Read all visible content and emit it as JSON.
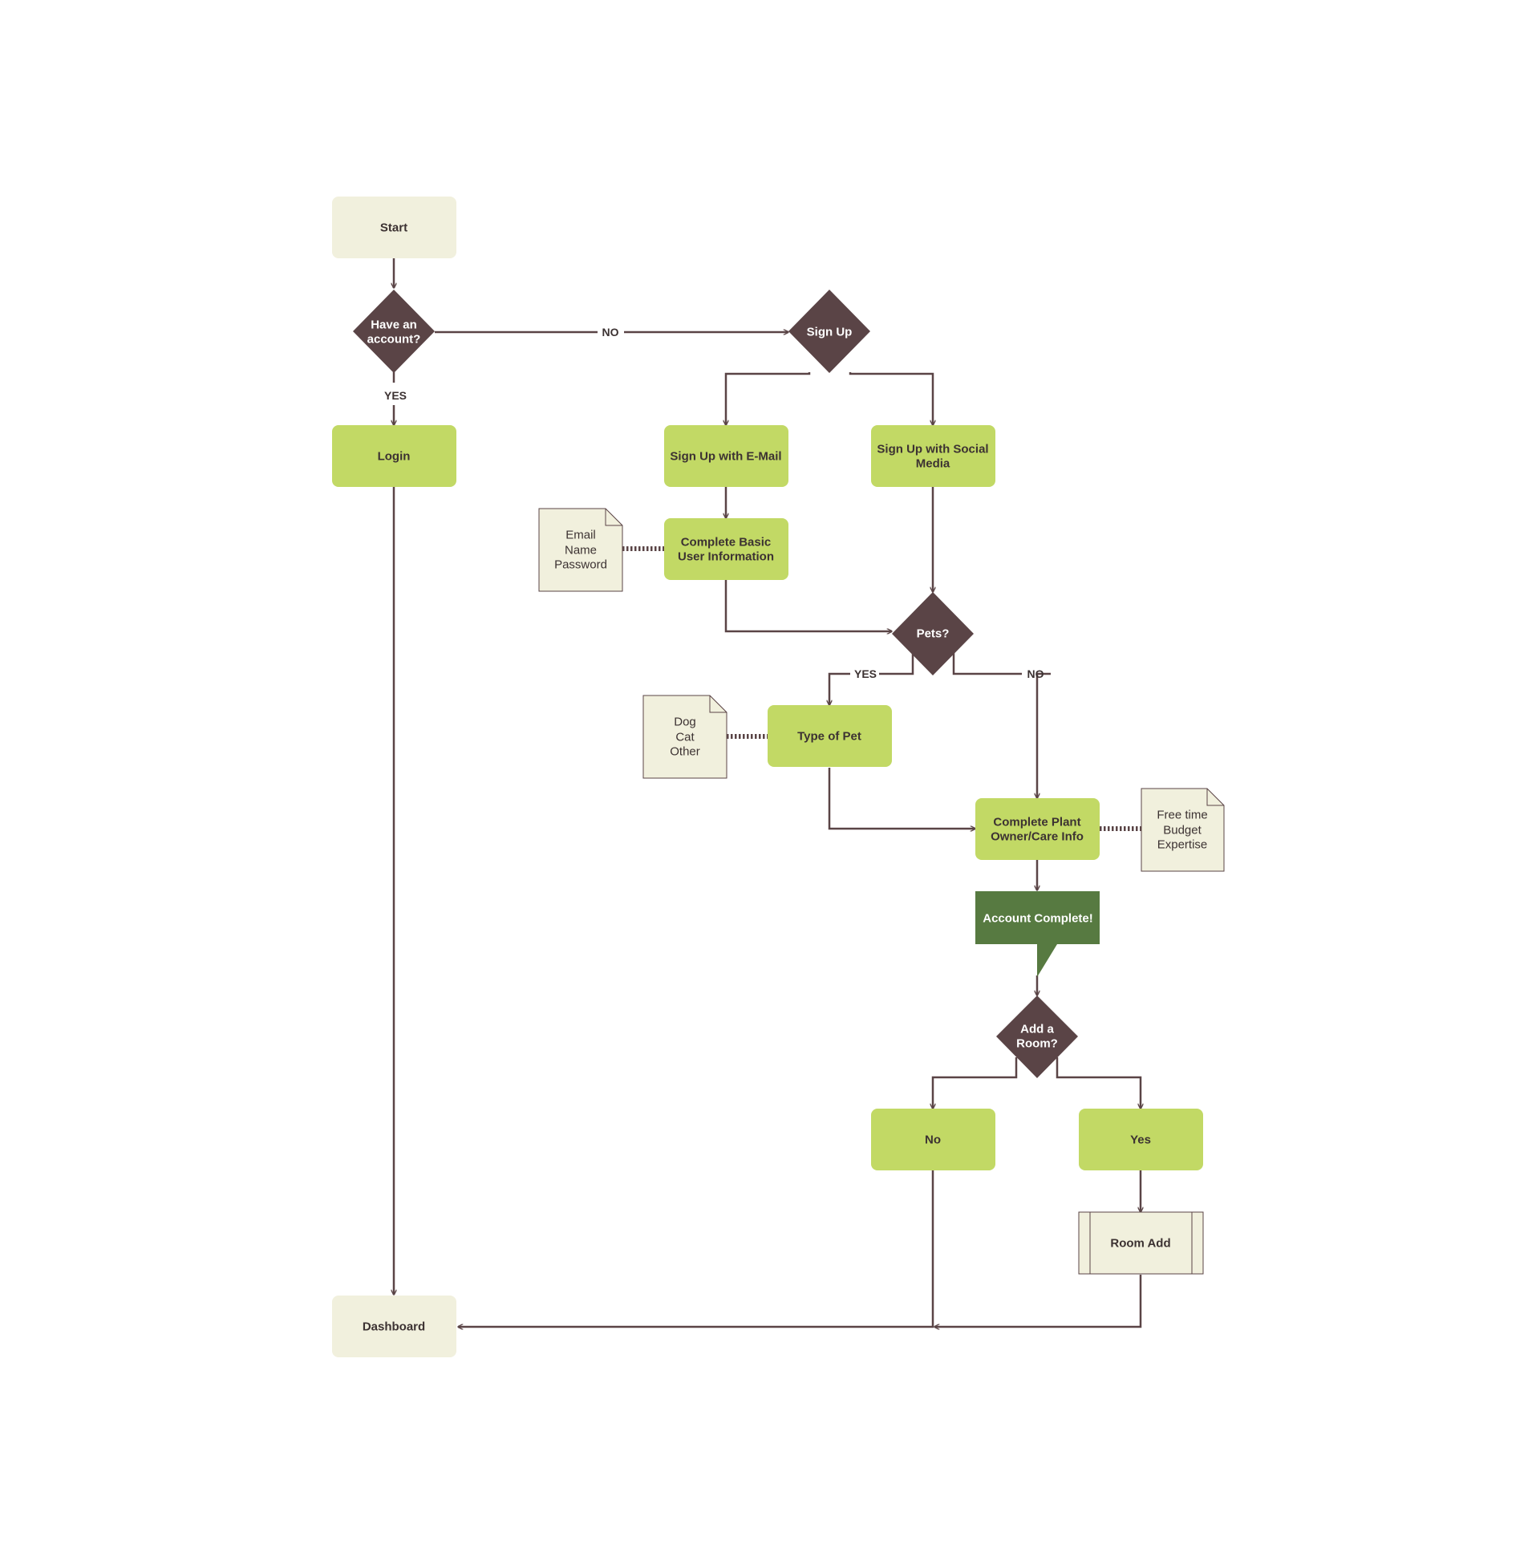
{
  "colors": {
    "terminal_fill": "#f1f0dd",
    "process_fill": "#c2d965",
    "decision_fill": "#5a4446",
    "callout_fill": "#577a41",
    "note_fill": "#f1f0dd",
    "connector": "#5a4446",
    "dark_text": "#3c3232",
    "light_text": "#ffffff"
  },
  "nodes": {
    "start": "Start",
    "have_account": [
      "Have an",
      "account?"
    ],
    "sign_up": "Sign Up",
    "login": "Login",
    "signup_email": "Sign Up with E-Mail",
    "signup_social": [
      "Sign Up with Social",
      "Media"
    ],
    "complete_basic": [
      "Complete Basic",
      "User Information"
    ],
    "pets": "Pets?",
    "type_of_pet": "Type of Pet",
    "complete_plant": [
      "Complete Plant",
      "Owner/Care Info"
    ],
    "account_complete": "Account Complete!",
    "add_room": [
      "Add a",
      "Room?"
    ],
    "no": "No",
    "yes": "Yes",
    "room_add": "Room Add",
    "dashboard": "Dashboard"
  },
  "notes": {
    "basic_info": [
      "Email",
      "Name",
      "Password"
    ],
    "pet_types": [
      "Dog",
      "Cat",
      "Other"
    ],
    "care_info": [
      "Free time",
      "Budget",
      "Expertise"
    ]
  },
  "edge_labels": {
    "account_no": "NO",
    "account_yes": "YES",
    "pets_yes": "YES",
    "pets_no": "NO"
  }
}
